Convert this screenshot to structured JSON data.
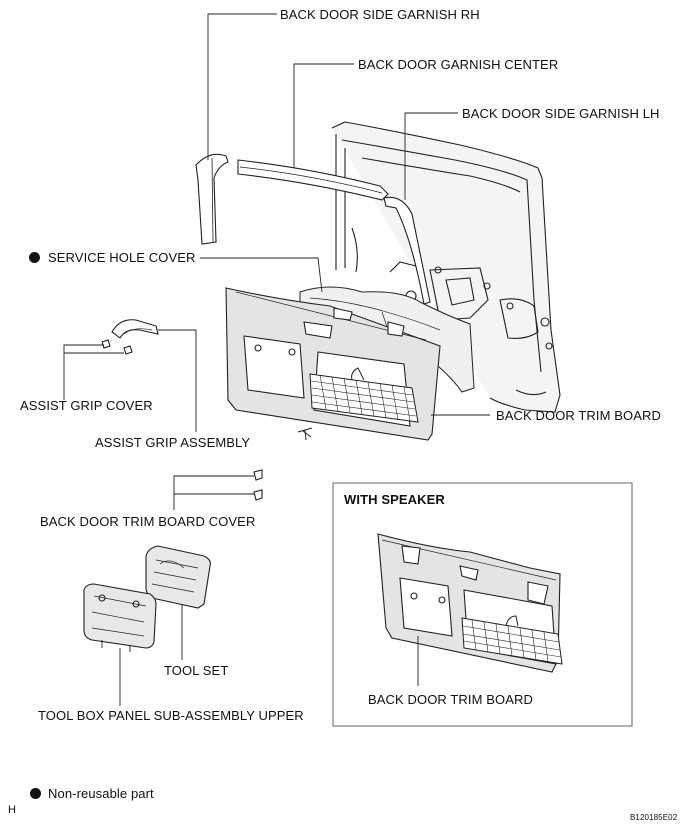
{
  "labels": {
    "side_garnish_rh": "BACK DOOR SIDE GARNISH RH",
    "garnish_center": "BACK DOOR GARNISH CENTER",
    "side_garnish_lh": "BACK DOOR SIDE GARNISH LH",
    "service_hole_cover": "SERVICE HOLE COVER",
    "assist_grip_cover": "ASSIST GRIP COVER",
    "assist_grip_assembly": "ASSIST GRIP ASSEMBLY",
    "trim_board": "BACK DOOR TRIM BOARD",
    "trim_board_cover": "BACK DOOR TRIM BOARD COVER",
    "tool_set": "TOOL SET",
    "tool_box_panel": "TOOL BOX PANEL SUB-ASSEMBLY UPPER",
    "with_speaker": "WITH SPEAKER",
    "trim_board_speaker": "BACK DOOR TRIM BOARD"
  },
  "legend": {
    "non_reusable": "Non-reusable part"
  },
  "corner_letter": "H",
  "figure_code": "B120185E02",
  "colors": {
    "ink": "#111111",
    "panel_fill": "#e4e4e4",
    "door_fill": "#eeeeee",
    "line": "#222222"
  }
}
